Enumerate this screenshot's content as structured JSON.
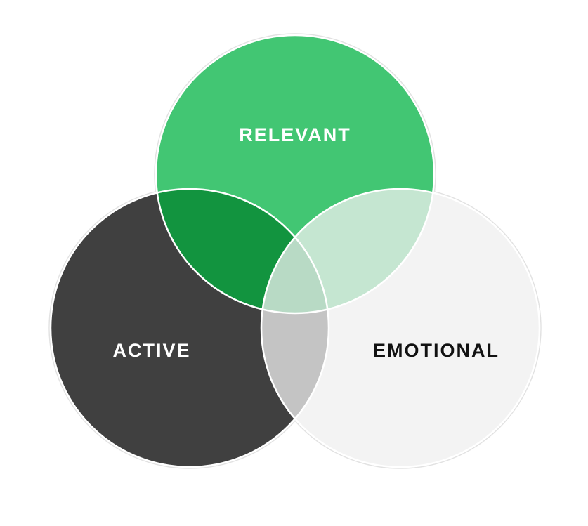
{
  "diagram": {
    "type": "venn",
    "sets": [
      {
        "key": "relevant",
        "label": "RELEVANT",
        "fill": "#42C673",
        "text_color": "#FFFFFF"
      },
      {
        "key": "active",
        "label": "ACTIVE",
        "fill": "#404040",
        "text_color": "#FFFFFF"
      },
      {
        "key": "emotional",
        "label": "EMOTIONAL",
        "fill": "#F3F3F3",
        "text_color": "#111111"
      }
    ],
    "intersections": {
      "relevant_active": "#12943F",
      "relevant_emotional": "#C5E6D1",
      "active_emotional": "#C4C4C4",
      "all_three": "#B8DAC5"
    },
    "outline_color": "#FFFFFF",
    "outer_ring_color": "#E2E2E2"
  }
}
